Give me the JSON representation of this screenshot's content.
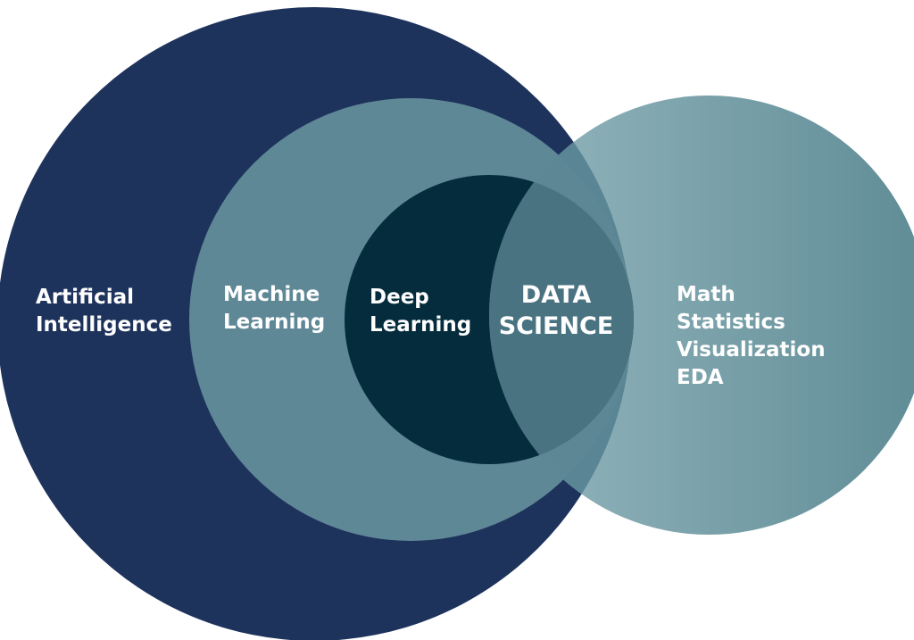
{
  "diagram": {
    "regions": [
      {
        "id": "artificial-intelligence",
        "lines": [
          "Artificial",
          "Intelligence"
        ],
        "color": "#1e335c"
      },
      {
        "id": "machine-learning",
        "lines": [
          "Machine",
          "Learning"
        ],
        "color": "#5f8897"
      },
      {
        "id": "deep-learning",
        "lines": [
          "Deep",
          "Learning"
        ],
        "color": "#042c3c"
      },
      {
        "id": "data-science-domain",
        "lines": [
          "Math",
          "Statistics",
          "Visualization",
          "EDA"
        ],
        "gradient": [
          "#96b7bf",
          "#5f8c96"
        ]
      }
    ],
    "intersection": {
      "id": "data-science",
      "lines": [
        "DATA",
        "SCIENCE"
      ],
      "color": "#4a7382"
    }
  }
}
